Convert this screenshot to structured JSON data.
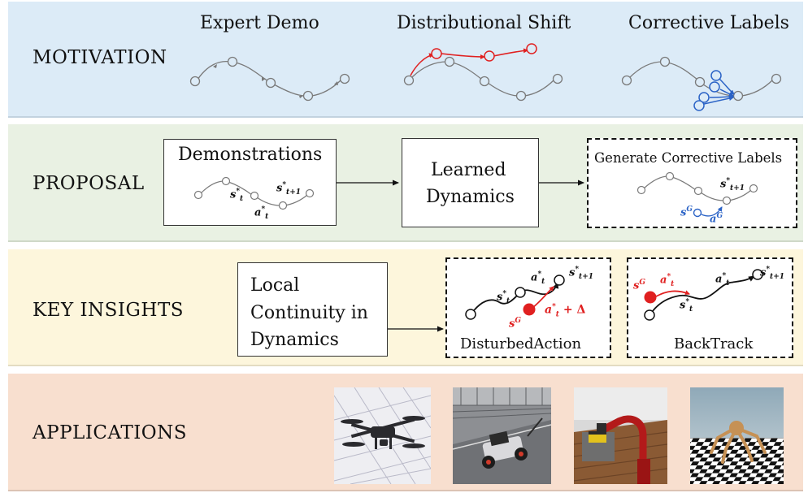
{
  "colors": {
    "motivation_bg": "#dcebf7",
    "proposal_bg": "#e9f1e3",
    "insights_bg": "#fdf6dc",
    "applications_bg": "#f8dfcf",
    "red": "#e02020",
    "blue": "#2b63c6",
    "gray": "#7a7a7a"
  },
  "motivation": {
    "label": "MOTIVATION",
    "titles": [
      "Expert Demo",
      "Distributional Shift",
      "Corrective Labels"
    ]
  },
  "proposal": {
    "label": "PROPOSAL",
    "demos_title": "Demonstrations",
    "dynamics_line1": "Learned",
    "dynamics_line2": "Dynamics",
    "generate_title": "Generate Corrective Labels",
    "sym_s_t": "s",
    "sym_s_t_sup": "*",
    "sym_s_t_sub": "t",
    "sym_s_t1": "s",
    "sym_s_t1_sup": "*",
    "sym_s_t1_sub": "t+1",
    "sym_a_t": "a",
    "sym_a_t_sup": "*",
    "sym_a_t_sub": "t",
    "sym_s_g": "s",
    "sym_s_g_sup": "G",
    "sym_a_g": "a",
    "sym_a_g_sup": "G"
  },
  "insights": {
    "label": "KEY INSIGHTS",
    "local_line1": "Local",
    "local_line2": "Continuity in",
    "local_line3": "Dynamics",
    "disturbed_caption": "DisturbedAction",
    "backtrack_caption": "BackTrack",
    "plus_delta": "+ Δ"
  },
  "applications": {
    "label": "APPLICATIONS",
    "images": [
      "drone",
      "race-car",
      "robot-arm",
      "quadruped"
    ]
  }
}
